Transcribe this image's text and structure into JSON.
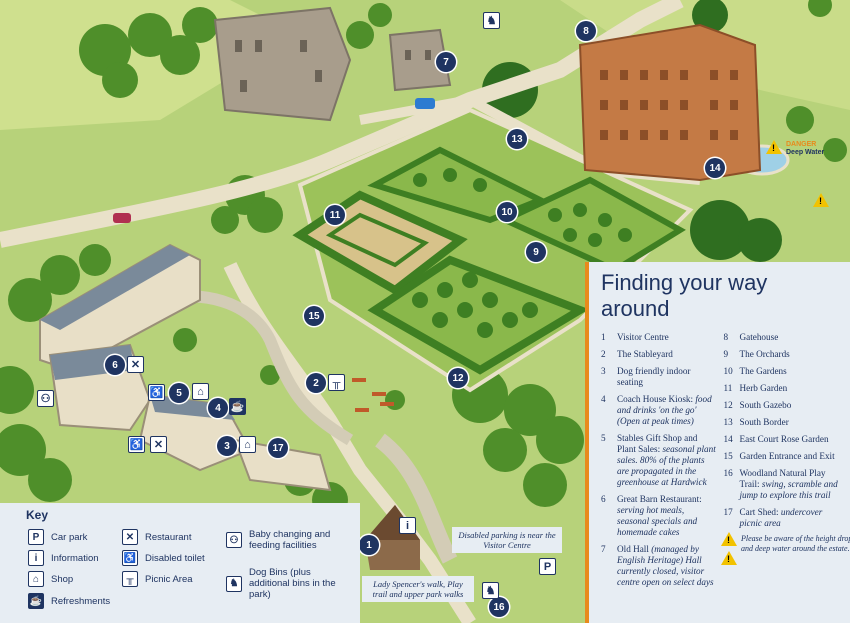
{
  "title": "Finding your way around",
  "locations": [
    {
      "num": "1",
      "name": "Visitor Centre",
      "desc": ""
    },
    {
      "num": "2",
      "name": "The Stableyard",
      "desc": ""
    },
    {
      "num": "3",
      "name": "Dog friendly indoor seating",
      "desc": ""
    },
    {
      "num": "4",
      "name": "Coach House Kiosk:",
      "desc": "food and drinks 'on the go' (Open at peak times)"
    },
    {
      "num": "5",
      "name": "Stables Gift Shop and Plant Sales:",
      "desc": "seasonal plant sales. 80% of the plants are propagated in the greenhouse at Hardwick"
    },
    {
      "num": "6",
      "name": "Great Barn Restaurant:",
      "desc": "serving hot meals, seasonal specials and homemade cakes"
    },
    {
      "num": "7",
      "name": "Old Hall",
      "desc": "(managed by English Heritage) Hall currently closed, visitor centre open on select days"
    },
    {
      "num": "8",
      "name": "Gatehouse",
      "desc": ""
    },
    {
      "num": "9",
      "name": "The Orchards",
      "desc": ""
    },
    {
      "num": "10",
      "name": "The Gardens",
      "desc": ""
    },
    {
      "num": "11",
      "name": "Herb Garden",
      "desc": ""
    },
    {
      "num": "12",
      "name": "South Gazebo",
      "desc": ""
    },
    {
      "num": "13",
      "name": "South Border",
      "desc": ""
    },
    {
      "num": "14",
      "name": "East Court Rose Garden",
      "desc": ""
    },
    {
      "num": "15",
      "name": "Garden Entrance and Exit",
      "desc": ""
    },
    {
      "num": "16",
      "name": "Woodland Natural Play Trail:",
      "desc": "swing, scramble and jump to explore this trail"
    },
    {
      "num": "17",
      "name": "Cart Shed:",
      "desc": "undercover picnic area"
    }
  ],
  "hazard_note": "Please be aware of the height drops and deep water around the estate.",
  "key": {
    "title": "Key",
    "items": [
      {
        "symbol": "P",
        "label": "Car park"
      },
      {
        "symbol": "i",
        "label": "Information"
      },
      {
        "symbol": "⌂",
        "label": "Shop"
      },
      {
        "symbol": "☕",
        "label": "Refreshments"
      },
      {
        "symbol": "✕",
        "label": "Restaurant"
      },
      {
        "symbol": "♿",
        "label": "Disabled toilet"
      },
      {
        "symbol": "╥",
        "label": "Picnic Area"
      },
      {
        "symbol": "⚇",
        "label": "Baby changing and feeding facilities"
      },
      {
        "symbol": "♞",
        "label": "Dog Bins (plus additional bins in the park)"
      }
    ]
  },
  "map_labels": {
    "danger_title": "DANGER",
    "danger_text": "Deep Water",
    "disabled_parking": "Disabled parking is near the Visitor Centre",
    "walks": "Lady Spencer's walk, Play trail and upper park walks"
  },
  "colors": {
    "marker": "#1f3461",
    "accent": "#e88a1c",
    "panel": "#e7edf3",
    "grass": "#b7d27a",
    "hedge": "#5c9a2e",
    "path": "#e9e1c9",
    "brick": "#c47a45"
  },
  "map_icons": [
    "car-park-icon",
    "information-icon",
    "shop-icon",
    "refreshments-icon",
    "restaurant-icon",
    "disabled-toilet-icon",
    "picnic-area-icon",
    "baby-changing-icon",
    "dog-bin-icon",
    "warning-icon"
  ]
}
